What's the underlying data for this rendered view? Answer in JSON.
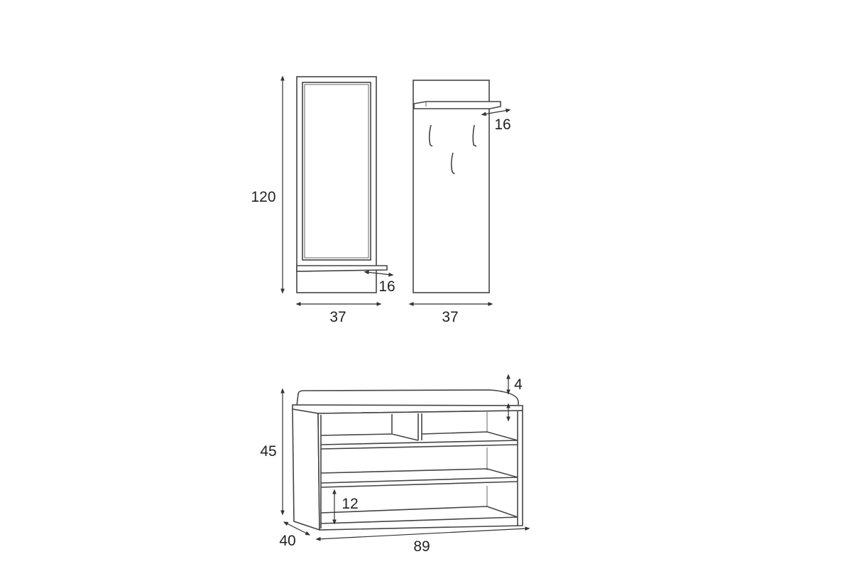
{
  "mirror_panel": {
    "height_label": "120",
    "width_label": "37",
    "shelf_depth_label": "16"
  },
  "coat_rack_panel": {
    "width_label": "37",
    "shelf_depth_label": "16"
  },
  "shoe_bench": {
    "cushion_height_label": "4",
    "height_label": "45",
    "shelf_height_label": "12",
    "depth_label": "40",
    "width_label": "89"
  }
}
